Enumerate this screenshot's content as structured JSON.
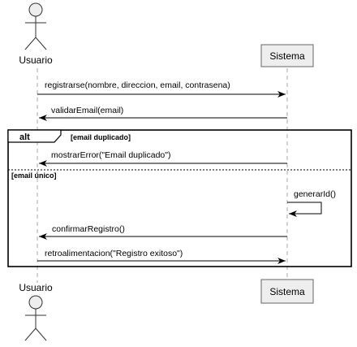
{
  "participants": {
    "usuario": {
      "label": "Usuario",
      "type": "actor"
    },
    "sistema": {
      "label": "Sistema",
      "type": "participant"
    }
  },
  "messages": [
    {
      "from": "usuario",
      "to": "sistema",
      "label": "registrarse(nombre, direccion, email, contrasena)"
    },
    {
      "from": "sistema",
      "to": "usuario",
      "label": "validarEmail(email)"
    },
    {
      "from": "sistema",
      "to": "usuario",
      "label": "mostrarError(\"Email duplicado\")"
    },
    {
      "from": "sistema",
      "to": "sistema",
      "label": "generarId()"
    },
    {
      "from": "sistema",
      "to": "usuario",
      "label": "confirmarRegistro()"
    },
    {
      "from": "usuario",
      "to": "sistema",
      "label": "retroalimentacion(\"Registro exitoso\")"
    }
  ],
  "fragment": {
    "operator": "alt",
    "guard1": "[email duplicado]",
    "guard2": "[email único]"
  }
}
